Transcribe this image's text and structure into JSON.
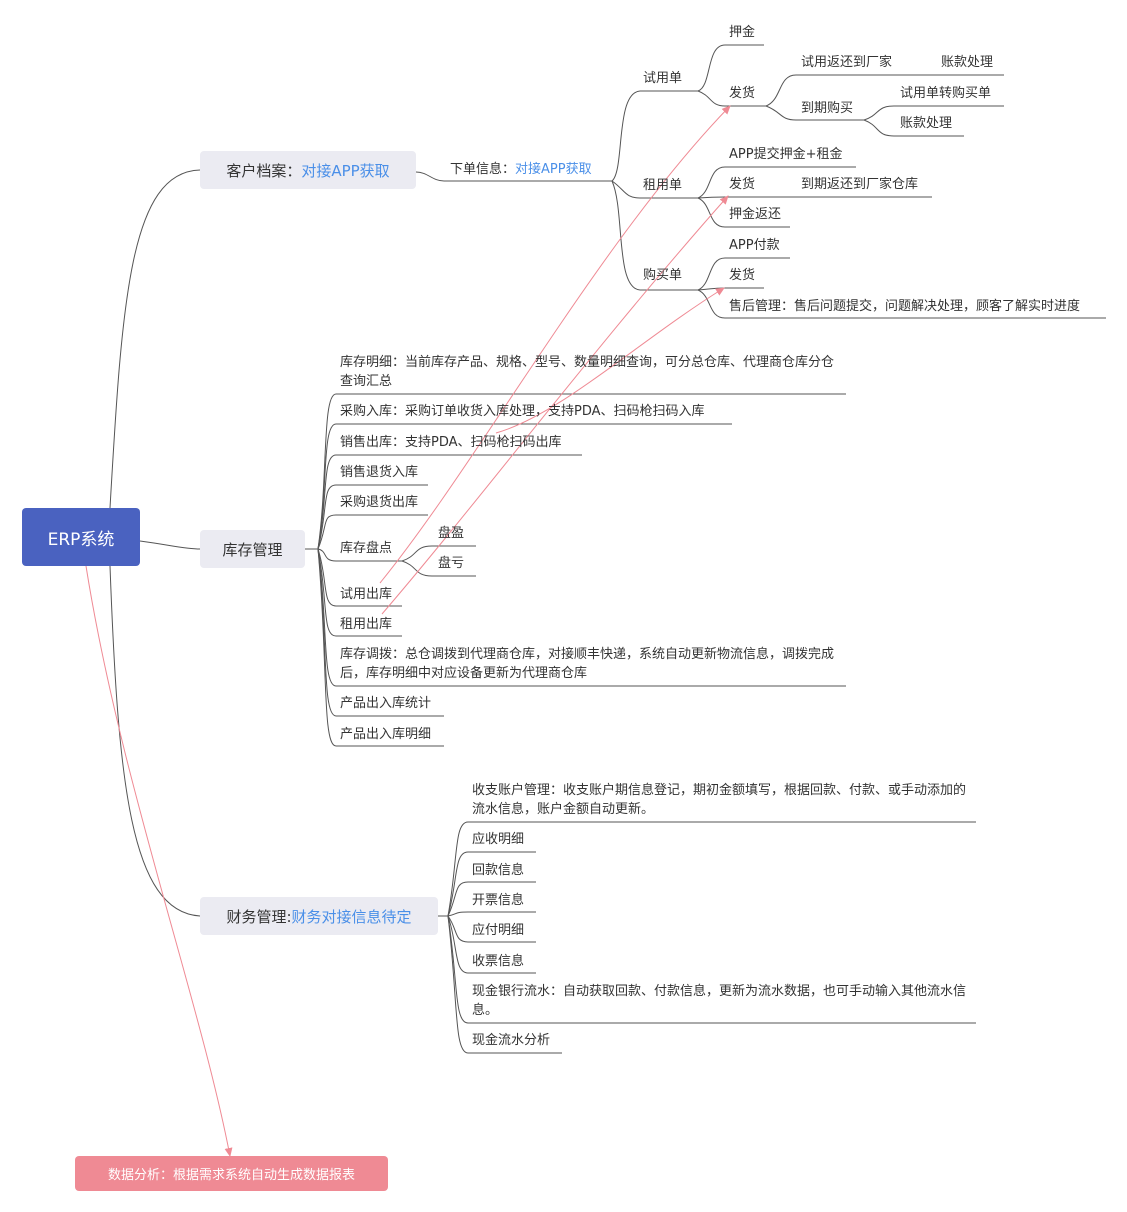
{
  "root": "ERP系统",
  "customer": {
    "label": "客户档案：",
    "label_hl": "对接APP获取",
    "order_info": "下单信息：",
    "order_info_hl": "对接APP获取",
    "trial": {
      "label": "试用单",
      "deposit": "押金",
      "ship": "发货",
      "return_to_factory": "试用返还到厂家",
      "account_1": "账款处理",
      "expire_buy": "到期购买",
      "convert": "试用单转购买单",
      "account_2": "账款处理"
    },
    "rent": {
      "label": "租用单",
      "app_pay": "APP提交押金+租金",
      "ship": "发货",
      "expire_return": "到期返还到厂家仓库",
      "deposit_return": "押金返还"
    },
    "buy": {
      "label": "购买单",
      "app_pay": "APP付款",
      "ship": "发货",
      "after_sale": "售后管理：售后问题提交，问题解决处理，顾客了解实时进度"
    }
  },
  "inventory": {
    "label": "库存管理",
    "detail": "库存明细：当前库存产品、规格、型号、数量明细查询，可分总仓库、代理商仓库分仓查询汇总",
    "purchase_in": "采购入库：采购订单收货入库处理，支持PDA、扫码枪扫码入库",
    "sales_out": "销售出库：支持PDA、扫码枪扫码出库",
    "sales_return_in": "销售退货入库",
    "purchase_return_out": "采购退货出库",
    "stocktake": "库存盘点",
    "surplus": "盘盈",
    "loss": "盘亏",
    "trial_out": "试用出库",
    "rent_out": "租用出库",
    "transfer": "库存调拨：总仓调拨到代理商仓库，对接顺丰快递，系统自动更新物流信息，调拨完成后，库存明细中对应设备更新为代理商仓库",
    "io_stats": "产品出入库统计",
    "io_detail": "产品出入库明细"
  },
  "finance": {
    "label": "财务管理:",
    "label_hl": "财务对接信息待定",
    "account_mgmt": "收支账户管理：收支账户期信息登记，期初金额填写，根据回款、付款、或手动添加的流水信息，账户金额自动更新。",
    "receivable": "应收明细",
    "payment_received": "回款信息",
    "invoicing": "开票信息",
    "payable": "应付明细",
    "invoice_received": "收票信息",
    "cash_bank": "现金银行流水：自动获取回款、付款信息，更新为流水数据，也可手动输入其他流水信息。",
    "cash_analysis": "现金流水分析"
  },
  "data_analysis": "数据分析：根据需求系统自动生成数据报表",
  "colors": {
    "root_fill": "#4a62c0",
    "branch_fill": "#ebebf2",
    "highlight_text": "#4a8fe8",
    "relation_line": "#ef8a94",
    "tree_line": "#555555"
  }
}
